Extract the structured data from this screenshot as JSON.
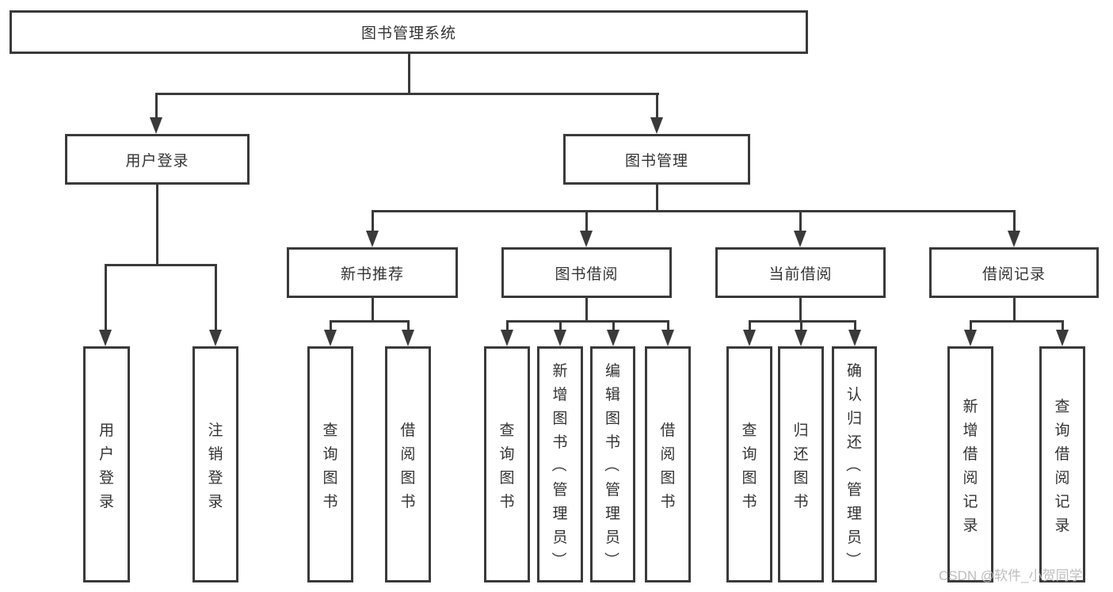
{
  "tree": {
    "root": "图书管理系统",
    "level2": [
      {
        "label": "用户登录",
        "children": [
          "用户登录",
          "注销登录"
        ]
      },
      {
        "label": "图书管理"
      }
    ],
    "level3": [
      {
        "label": "新书推荐",
        "children": [
          "查询图书",
          "借阅图书"
        ]
      },
      {
        "label": "图书借阅",
        "children": [
          "查询图书",
          "新增图书（管理员）",
          "编辑图书（管理员）",
          "借阅图书"
        ]
      },
      {
        "label": "当前借阅",
        "children": [
          "查询图书",
          "归还图书",
          "确认归还（管理员）"
        ]
      },
      {
        "label": "借阅记录",
        "children": [
          "新增借阅记录",
          "查询借阅记录"
        ]
      }
    ]
  },
  "watermark": "CSDN @软件_小贺同学",
  "colors": {
    "line": "#3a3a3a",
    "text": "#333333",
    "background": "#ffffff",
    "watermark": "#b9b9b9"
  }
}
